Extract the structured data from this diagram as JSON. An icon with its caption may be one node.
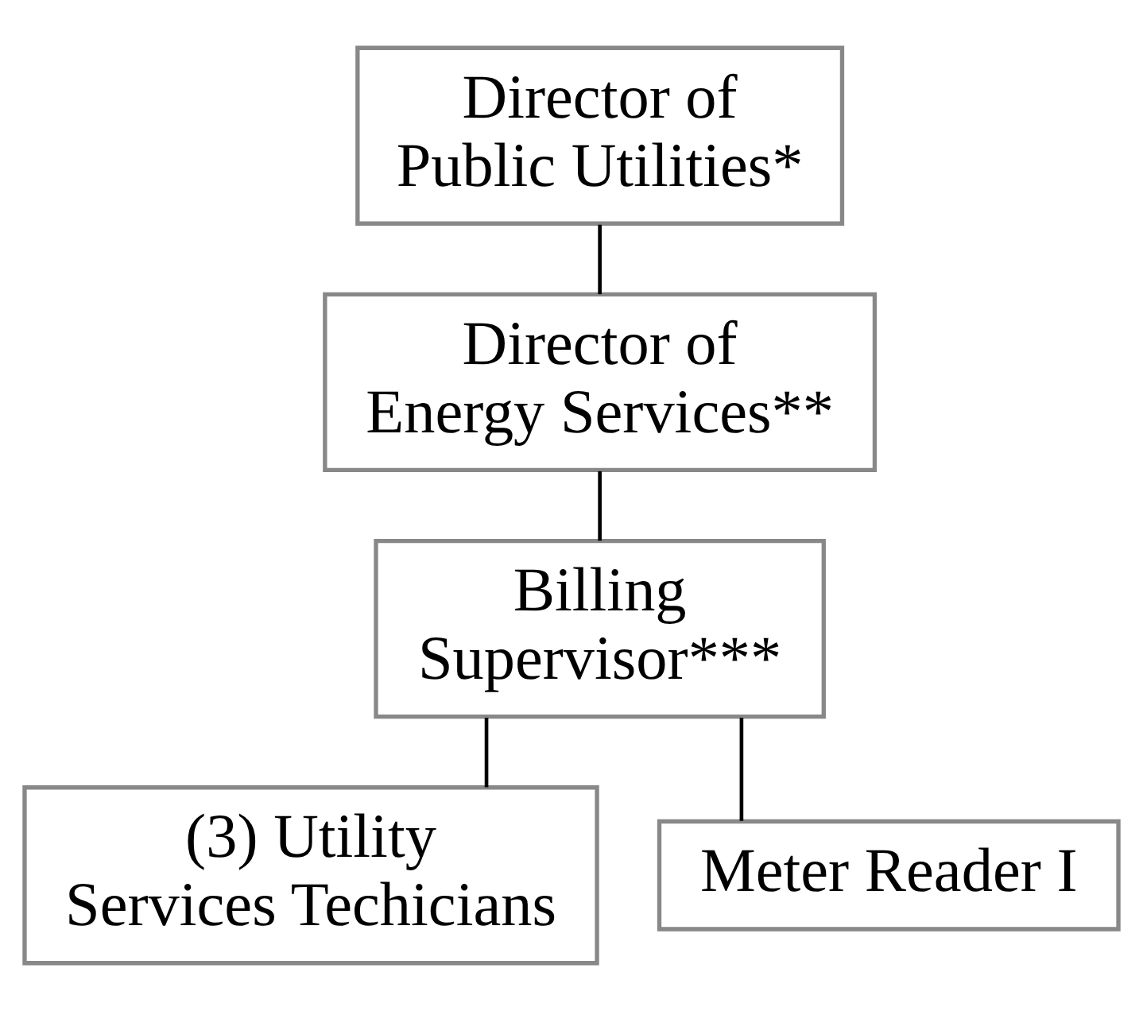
{
  "diagram": {
    "nodes": [
      {
        "text": [
          "Director of Public Utilities*"
        ]
      },
      {
        "text": [
          "Director of Energy Services**"
        ]
      },
      {
        "text": [
          "Billing Supervisor***"
        ]
      },
      {
        "text": [
          "(3) Utility Services Techicians"
        ]
      },
      {
        "text": [
          "Meter Reader I"
        ]
      }
    ],
    "edges": [
      {
        "from": 0,
        "to": 1,
        "arrow": "none"
      },
      {
        "from": 1,
        "to": 2,
        "arrow": "none"
      },
      {
        "from": 2,
        "to": 3,
        "arrow": "none"
      },
      {
        "from": 2,
        "to": 4,
        "arrow": "none"
      }
    ]
  }
}
